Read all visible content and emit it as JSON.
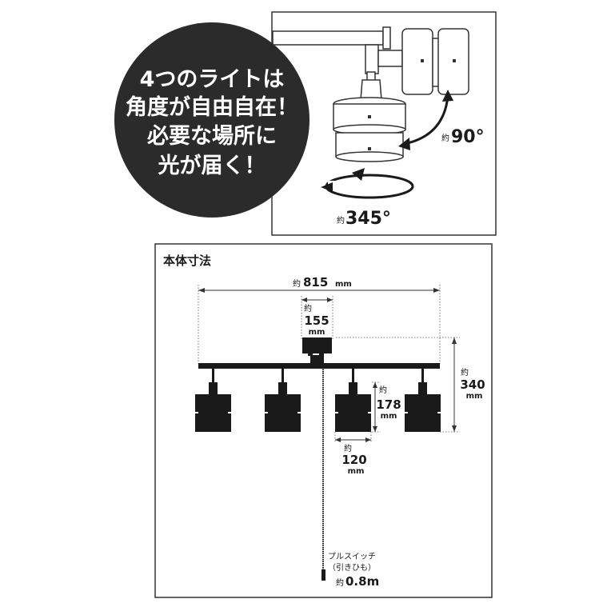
{
  "callout": {
    "lines": [
      "4つのライトは",
      "角度が自由自在！",
      "必要な場所に",
      "光が届く！"
    ]
  },
  "rotation": {
    "tilt": {
      "prefix": "約",
      "value": "90°"
    },
    "spin": {
      "prefix": "約",
      "value": "345°"
    }
  },
  "dimensions": {
    "title": "本体寸法",
    "width": {
      "prefix": "約",
      "value": "815",
      "unit": "mm"
    },
    "base": {
      "prefix": "約",
      "value": "155",
      "unit": "mm"
    },
    "height": {
      "prefix": "約",
      "value": "340",
      "unit": "mm"
    },
    "shade_height": {
      "prefix": "約",
      "value": "178",
      "unit": "mm"
    },
    "shade_width": {
      "prefix": "約",
      "value": "120",
      "unit": "mm"
    },
    "pull_switch": {
      "label": "プルスイッチ",
      "note": "（引きひも）",
      "prefix": "約",
      "value": "0.8m"
    }
  },
  "colors": {
    "fixture": "#1a1a1a",
    "shade_outline": "#333333",
    "frame": "#333333"
  }
}
